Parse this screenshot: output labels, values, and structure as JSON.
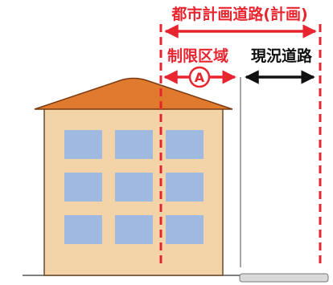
{
  "labels": {
    "planned_road": "都市計画道路(計画)",
    "restricted_zone": "制限区域",
    "zone_marker": "A",
    "current_road": "現況道路"
  },
  "colors": {
    "accent_red": "#e8252f",
    "roof": "#e07a2e",
    "roof_outline": "#7a3b10",
    "wall": "#f2d4a8",
    "wall_outline": "#6b4a2a",
    "window": "#9fb9e0",
    "ground": "#555555",
    "road_fill": "#d9d9d9",
    "arrow_black": "#111111"
  },
  "building": {
    "window_grid": {
      "rows": 3,
      "cols": 3
    }
  }
}
